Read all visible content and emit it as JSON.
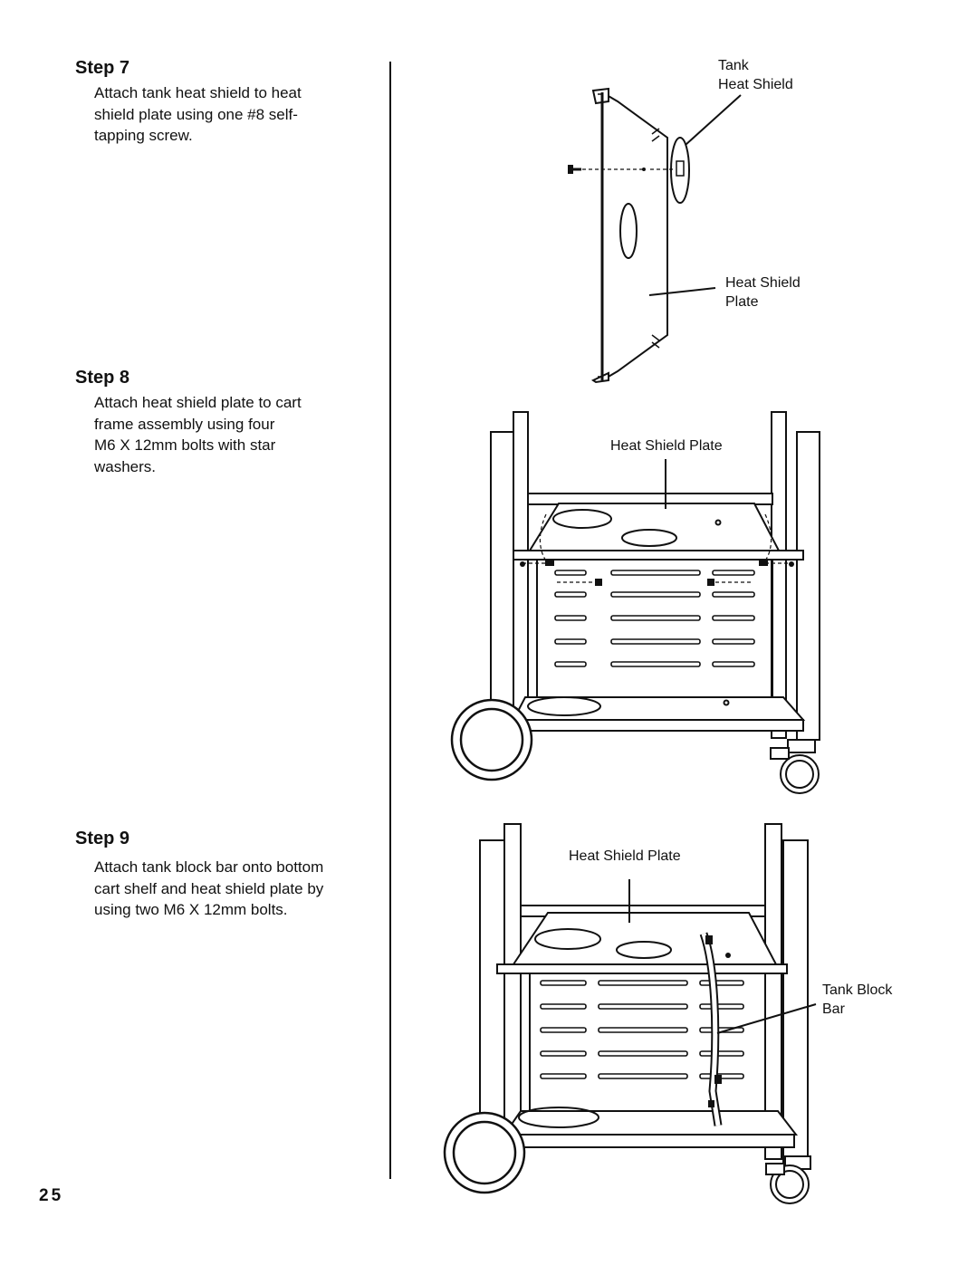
{
  "page_number": "25",
  "steps": [
    {
      "title": "Step 7",
      "lines": [
        "Attach tank heat shield to heat",
        "shield plate using one #8 self-",
        "tapping screw."
      ]
    },
    {
      "title": "Step 8",
      "lines": [
        "Attach heat shield plate to cart",
        "frame assembly using four",
        "M6 X 12mm bolts with star",
        "washers."
      ]
    },
    {
      "title": "Step 9",
      "lines": [
        "Attach tank block bar onto bottom",
        "cart shelf and heat shield plate by",
        "using two M6 X 12mm bolts."
      ]
    }
  ],
  "figures": {
    "fig1": {
      "tank_heat_shield_label": [
        "Tank",
        "Heat Shield"
      ],
      "heat_shield_plate_label": [
        "Heat Shield",
        "Plate"
      ]
    },
    "fig2": {
      "heat_shield_plate_label": "Heat Shield Plate"
    },
    "fig3": {
      "heat_shield_plate_label": "Heat Shield Plate",
      "tank_block_bar_label": [
        "Tank Block",
        "Bar"
      ]
    }
  }
}
